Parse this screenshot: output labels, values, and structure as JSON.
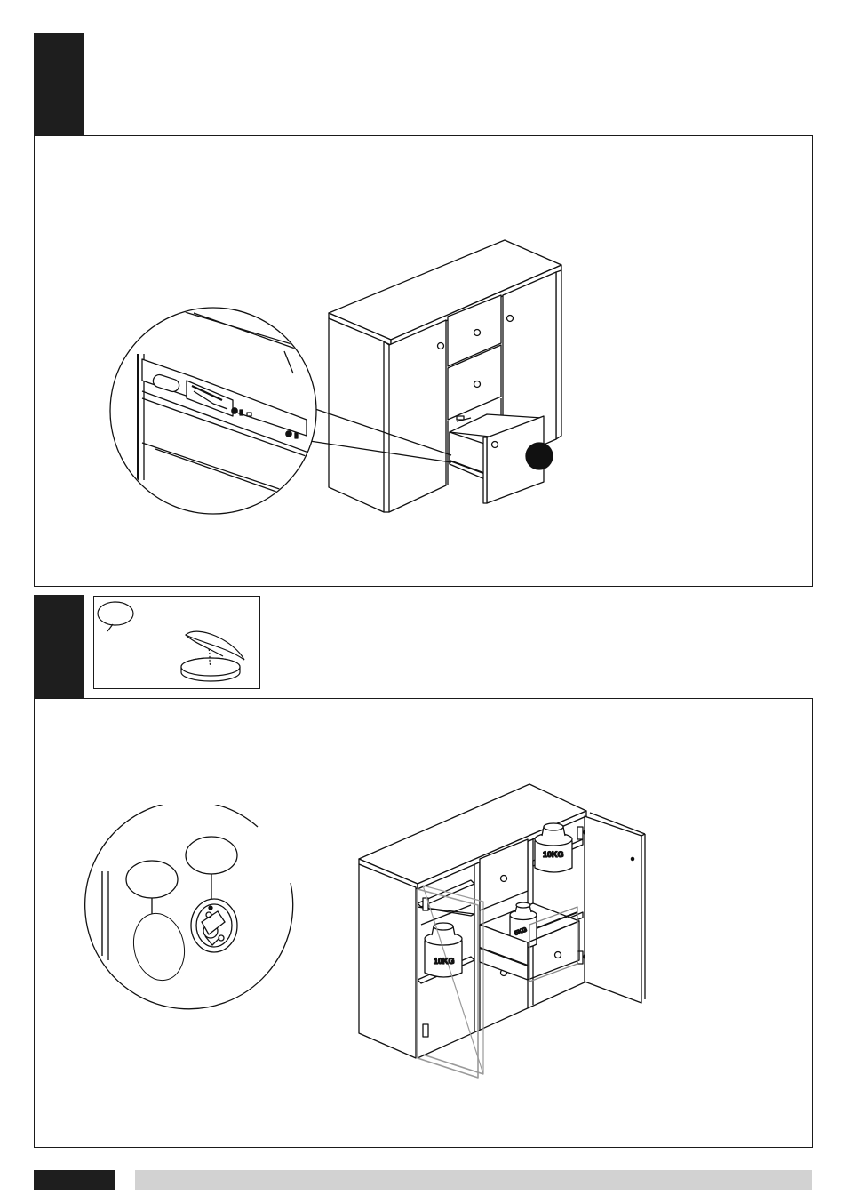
{
  "labels": {
    "weight_top": "10KG",
    "weight_left": "10KG",
    "weight_drawer": "5KG"
  },
  "colors": {
    "step_flag": "#1e1e1e",
    "frame": "#1a1a1a",
    "footer_bar": "#1e1e1e",
    "footer_track": "#d2d2d2",
    "glass_door": "#9a9a9a"
  },
  "icons": {
    "step_marker": "down-arrow-flag-icon",
    "callout": "dot-callout-icon",
    "bumper": "adhesive-bumper-icon"
  }
}
